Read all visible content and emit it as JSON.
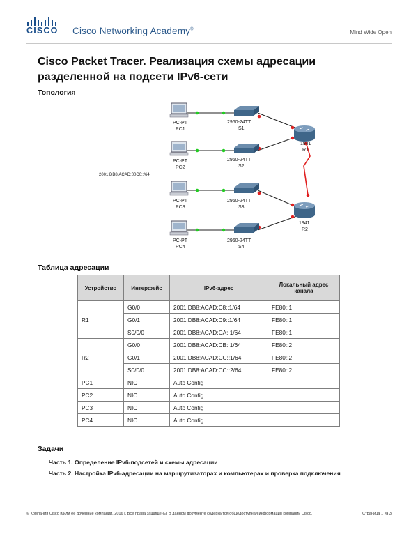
{
  "header": {
    "logo_text": "CISCO",
    "academy": "Cisco Networking Academy",
    "trademark": "®",
    "tagline": "Mind Wide Open"
  },
  "title": "Cisco Packet Tracer. Реализация схемы адресации разделенной на подсети IPv6-сети",
  "sections": {
    "topology": "Топология",
    "addressing": "Таблица адресации",
    "tasks": "Задачи"
  },
  "topology": {
    "pcs": [
      {
        "type": "PC-PT",
        "name": "PC1"
      },
      {
        "type": "PC-PT",
        "name": "PC2"
      },
      {
        "type": "PC-PT",
        "name": "PC3"
      },
      {
        "type": "PC-PT",
        "name": "PC4"
      }
    ],
    "switches": [
      {
        "model": "2960-24TT",
        "name": "S1"
      },
      {
        "model": "2960-24TT",
        "name": "S2"
      },
      {
        "model": "2960-24TT",
        "name": "S3"
      },
      {
        "model": "2960-24TT",
        "name": "S4"
      }
    ],
    "routers": [
      {
        "model": "1941",
        "name": "R1"
      },
      {
        "model": "1941",
        "name": "R2"
      }
    ],
    "prefix_label": "2001:DB8:ACAD:00C0::/64",
    "colors": {
      "link": "#222222",
      "serial": "#e02020",
      "up": "#22cc22",
      "down": "#e02020"
    }
  },
  "table": {
    "headers": [
      "Устройство",
      "Интерфейс",
      "IPv6-адрес",
      "Локальный адрес канала"
    ],
    "rows": [
      {
        "device": "R1",
        "iface": "G0/0",
        "ipv6": "2001:DB8:ACAD:C8::1/64",
        "ll": "FE80::1"
      },
      {
        "device": "",
        "iface": "G0/1",
        "ipv6": "2001:DB8:ACAD:C9::1/64",
        "ll": "FE80::1"
      },
      {
        "device": "",
        "iface": "S0/0/0",
        "ipv6": "2001:DB8:ACAD:CA::1/64",
        "ll": "FE80::1"
      },
      {
        "device": "R2",
        "iface": "G0/0",
        "ipv6": "2001:DB8:ACAD:CB::1/64",
        "ll": "FE80::2"
      },
      {
        "device": "",
        "iface": "G0/1",
        "ipv6": "2001:DB8:ACAD:CC::1/64",
        "ll": "FE80::2"
      },
      {
        "device": "",
        "iface": "S0/0/0",
        "ipv6": "2001:DB8:ACAD:CC::2/64",
        "ll": "FE80::2"
      }
    ],
    "pcs": [
      {
        "device": "PC1",
        "iface": "NIC",
        "ipv6": "Auto Config"
      },
      {
        "device": "PC2",
        "iface": "NIC",
        "ipv6": "Auto Config"
      },
      {
        "device": "PC3",
        "iface": "NIC",
        "ipv6": "Auto Config"
      },
      {
        "device": "PC4",
        "iface": "NIC",
        "ipv6": "Auto Config"
      }
    ]
  },
  "tasks": [
    "Часть 1. Определение IPv6-подсетей и схемы адресации",
    "Часть 2. Настройка IPv6-адресации на маршрутизаторах и компьютерах и проверка подключения"
  ],
  "footer": {
    "copyright": "© Компания Cisco и/или ее дочерние компании, 2016 г. Все права защищены. В данном документе содержится общедоступная информация компании Cisco.",
    "page": "Страница 1 из 3"
  }
}
